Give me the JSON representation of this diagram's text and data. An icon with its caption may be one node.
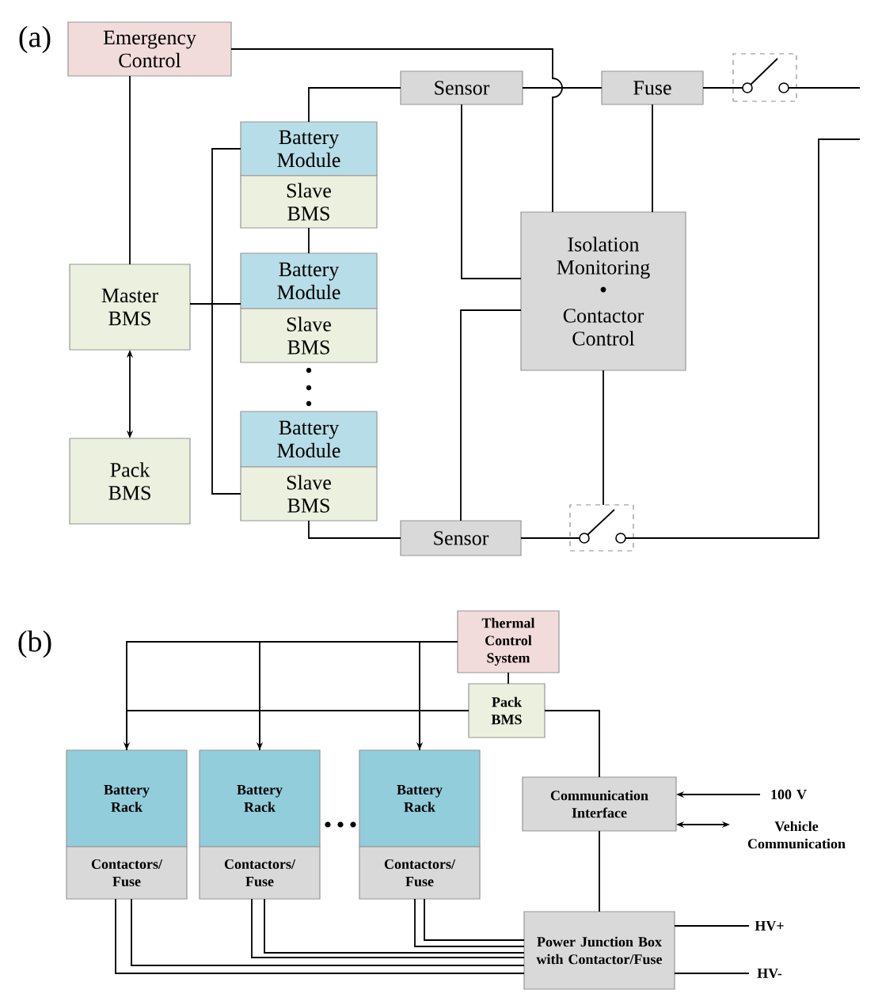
{
  "diagram": {
    "nodes": [
      {
        "text": [
          "Emergency Control"
        ]
      },
      {
        "text": [
          "Sensor"
        ]
      },
      {
        "text": [
          "Fuse"
        ]
      },
      {
        "text": [],
        "shape": "switch"
      },
      {
        "text": [
          "Battery Module"
        ]
      },
      {
        "text": [
          "Slave BMS"
        ]
      },
      {
        "text": [
          "Battery Module"
        ]
      },
      {
        "text": [
          "Slave BMS"
        ]
      },
      {
        "text": [
          "Battery Module"
        ]
      },
      {
        "text": [
          "Slave BMS"
        ]
      },
      {
        "text": [
          "Master BMS"
        ]
      },
      {
        "text": [
          "Isolation Monitoring",
          "Contactor Control"
        ]
      },
      {
        "text": [
          "Pack BMS"
        ]
      },
      {
        "text": [
          "Sensor"
        ]
      },
      {
        "text": [],
        "shape": "switch"
      },
      {
        "text": [
          "Thermal Control System"
        ]
      },
      {
        "text": [
          "Pack BMS"
        ]
      },
      {
        "text": [
          "Battery Rack"
        ]
      },
      {
        "text": [
          "Contactors/ Fuse"
        ]
      },
      {
        "text": [
          "Battery Rack"
        ]
      },
      {
        "text": [
          "Contactors/ Fuse"
        ]
      },
      {
        "text": [
          "Battery Rack"
        ]
      },
      {
        "text": [
          "Contactors/ Fuse"
        ]
      },
      {
        "text": [
          "Communication Interface"
        ]
      },
      {
        "text": [
          "Power Junction Box with Contactor/Fuse"
        ]
      },
      {
        "text": [
          "100 V"
        ]
      },
      {
        "text": [
          "Vehicle Communication"
        ]
      },
      {
        "text": [
          "HV+"
        ]
      },
      {
        "text": [
          "HV-"
        ]
      }
    ],
    "edges": [
      {
        "from": 0,
        "to": 10,
        "arrow": "none"
      },
      {
        "from": 10,
        "to": 12,
        "arrow": "both"
      },
      {
        "from": 10,
        "to": 4,
        "arrow": "none"
      },
      {
        "from": 10,
        "to": 6,
        "arrow": "none"
      },
      {
        "from": 10,
        "to": 9,
        "arrow": "none"
      },
      {
        "from": 4,
        "to": 1,
        "arrow": "none"
      },
      {
        "from": 5,
        "to": 6,
        "arrow": "none"
      },
      {
        "from": 9,
        "to": 13,
        "arrow": "none"
      },
      {
        "from": 1,
        "to": 2,
        "arrow": "none"
      },
      {
        "from": 2,
        "to": 3,
        "arrow": "none"
      },
      {
        "from": 3,
        "to": null,
        "arrow": "none"
      },
      {
        "from": 0,
        "to": 11,
        "arrow": "none"
      },
      {
        "from": 1,
        "to": 11,
        "arrow": "none"
      },
      {
        "from": 2,
        "to": 11,
        "arrow": "none"
      },
      {
        "from": 13,
        "to": 11,
        "arrow": "none"
      },
      {
        "from": 11,
        "to": 14,
        "arrow": "none"
      },
      {
        "from": 13,
        "to": 14,
        "arrow": "none"
      },
      {
        "from": 14,
        "to": null,
        "arrow": "none"
      },
      {
        "from": 15,
        "to": 17,
        "arrow": "to"
      },
      {
        "from": 15,
        "to": 19,
        "arrow": "to"
      },
      {
        "from": 15,
        "to": 21,
        "arrow": "to"
      },
      {
        "from": 15,
        "to": 16,
        "arrow": "none"
      },
      {
        "from": 16,
        "to": 17,
        "arrow": "none"
      },
      {
        "from": 16,
        "to": 19,
        "arrow": "none"
      },
      {
        "from": 16,
        "to": 21,
        "arrow": "none"
      },
      {
        "from": 16,
        "to": 23,
        "arrow": "none"
      },
      {
        "from": 23,
        "to": 24,
        "arrow": "none"
      },
      {
        "from": 25,
        "to": 23,
        "arrow": "to"
      },
      {
        "from": 23,
        "to": 26,
        "arrow": "both"
      },
      {
        "from": 24,
        "to": 27,
        "arrow": "none"
      },
      {
        "from": 24,
        "to": 28,
        "arrow": "none"
      },
      {
        "from": 18,
        "to": 24,
        "arrow": "none"
      },
      {
        "from": 18,
        "to": 24,
        "arrow": "none"
      },
      {
        "from": 20,
        "to": 24,
        "arrow": "none"
      },
      {
        "from": 20,
        "to": 24,
        "arrow": "none"
      },
      {
        "from": 22,
        "to": 24,
        "arrow": "none"
      },
      {
        "from": 22,
        "to": 24,
        "arrow": "none"
      }
    ],
    "labels": [
      "(a)",
      "(b)"
    ]
  }
}
